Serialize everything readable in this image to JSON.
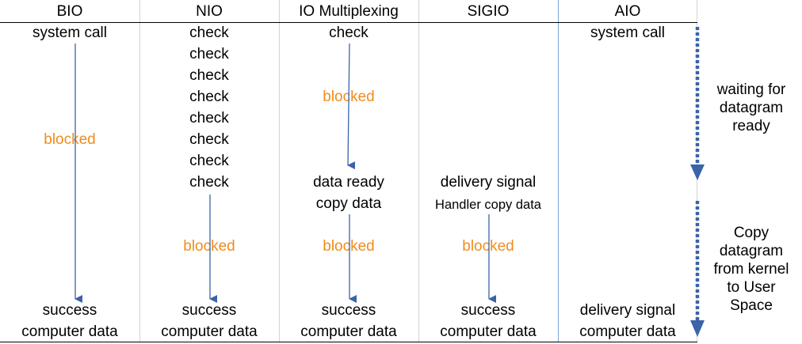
{
  "columns": [
    {
      "title": "BIO"
    },
    {
      "title": "NIO"
    },
    {
      "title": "IO Multiplexing"
    },
    {
      "title": "SIGIO"
    },
    {
      "title": "AIO"
    }
  ],
  "bio": {
    "start": "system call",
    "blocked": "blocked",
    "end1": "success",
    "end2": "computer data"
  },
  "nio": {
    "checks": [
      "check",
      "check",
      "check",
      "check",
      "check",
      "check",
      "check",
      "check"
    ],
    "blocked": "blocked",
    "end1": "success",
    "end2": "computer data"
  },
  "mux": {
    "start": "check",
    "blocked1": "blocked",
    "mid1": "data ready",
    "mid2": "copy data",
    "blocked2": "blocked",
    "end1": "success",
    "end2": "computer data"
  },
  "sigio": {
    "mid1": "delivery signal",
    "mid2": "Handler copy data",
    "blocked": "blocked",
    "end1": "success",
    "end2": "computer data"
  },
  "aio": {
    "start": "system call",
    "end1": "delivery signal",
    "end2": "computer data"
  },
  "phases": {
    "wait": "waiting for\ndatagram\nready",
    "copy": "Copy\ndatagram\nfrom kernel\nto User\nSpace"
  },
  "colors": {
    "arrow": "#3a64a8",
    "blocked": "#f08c1e"
  }
}
